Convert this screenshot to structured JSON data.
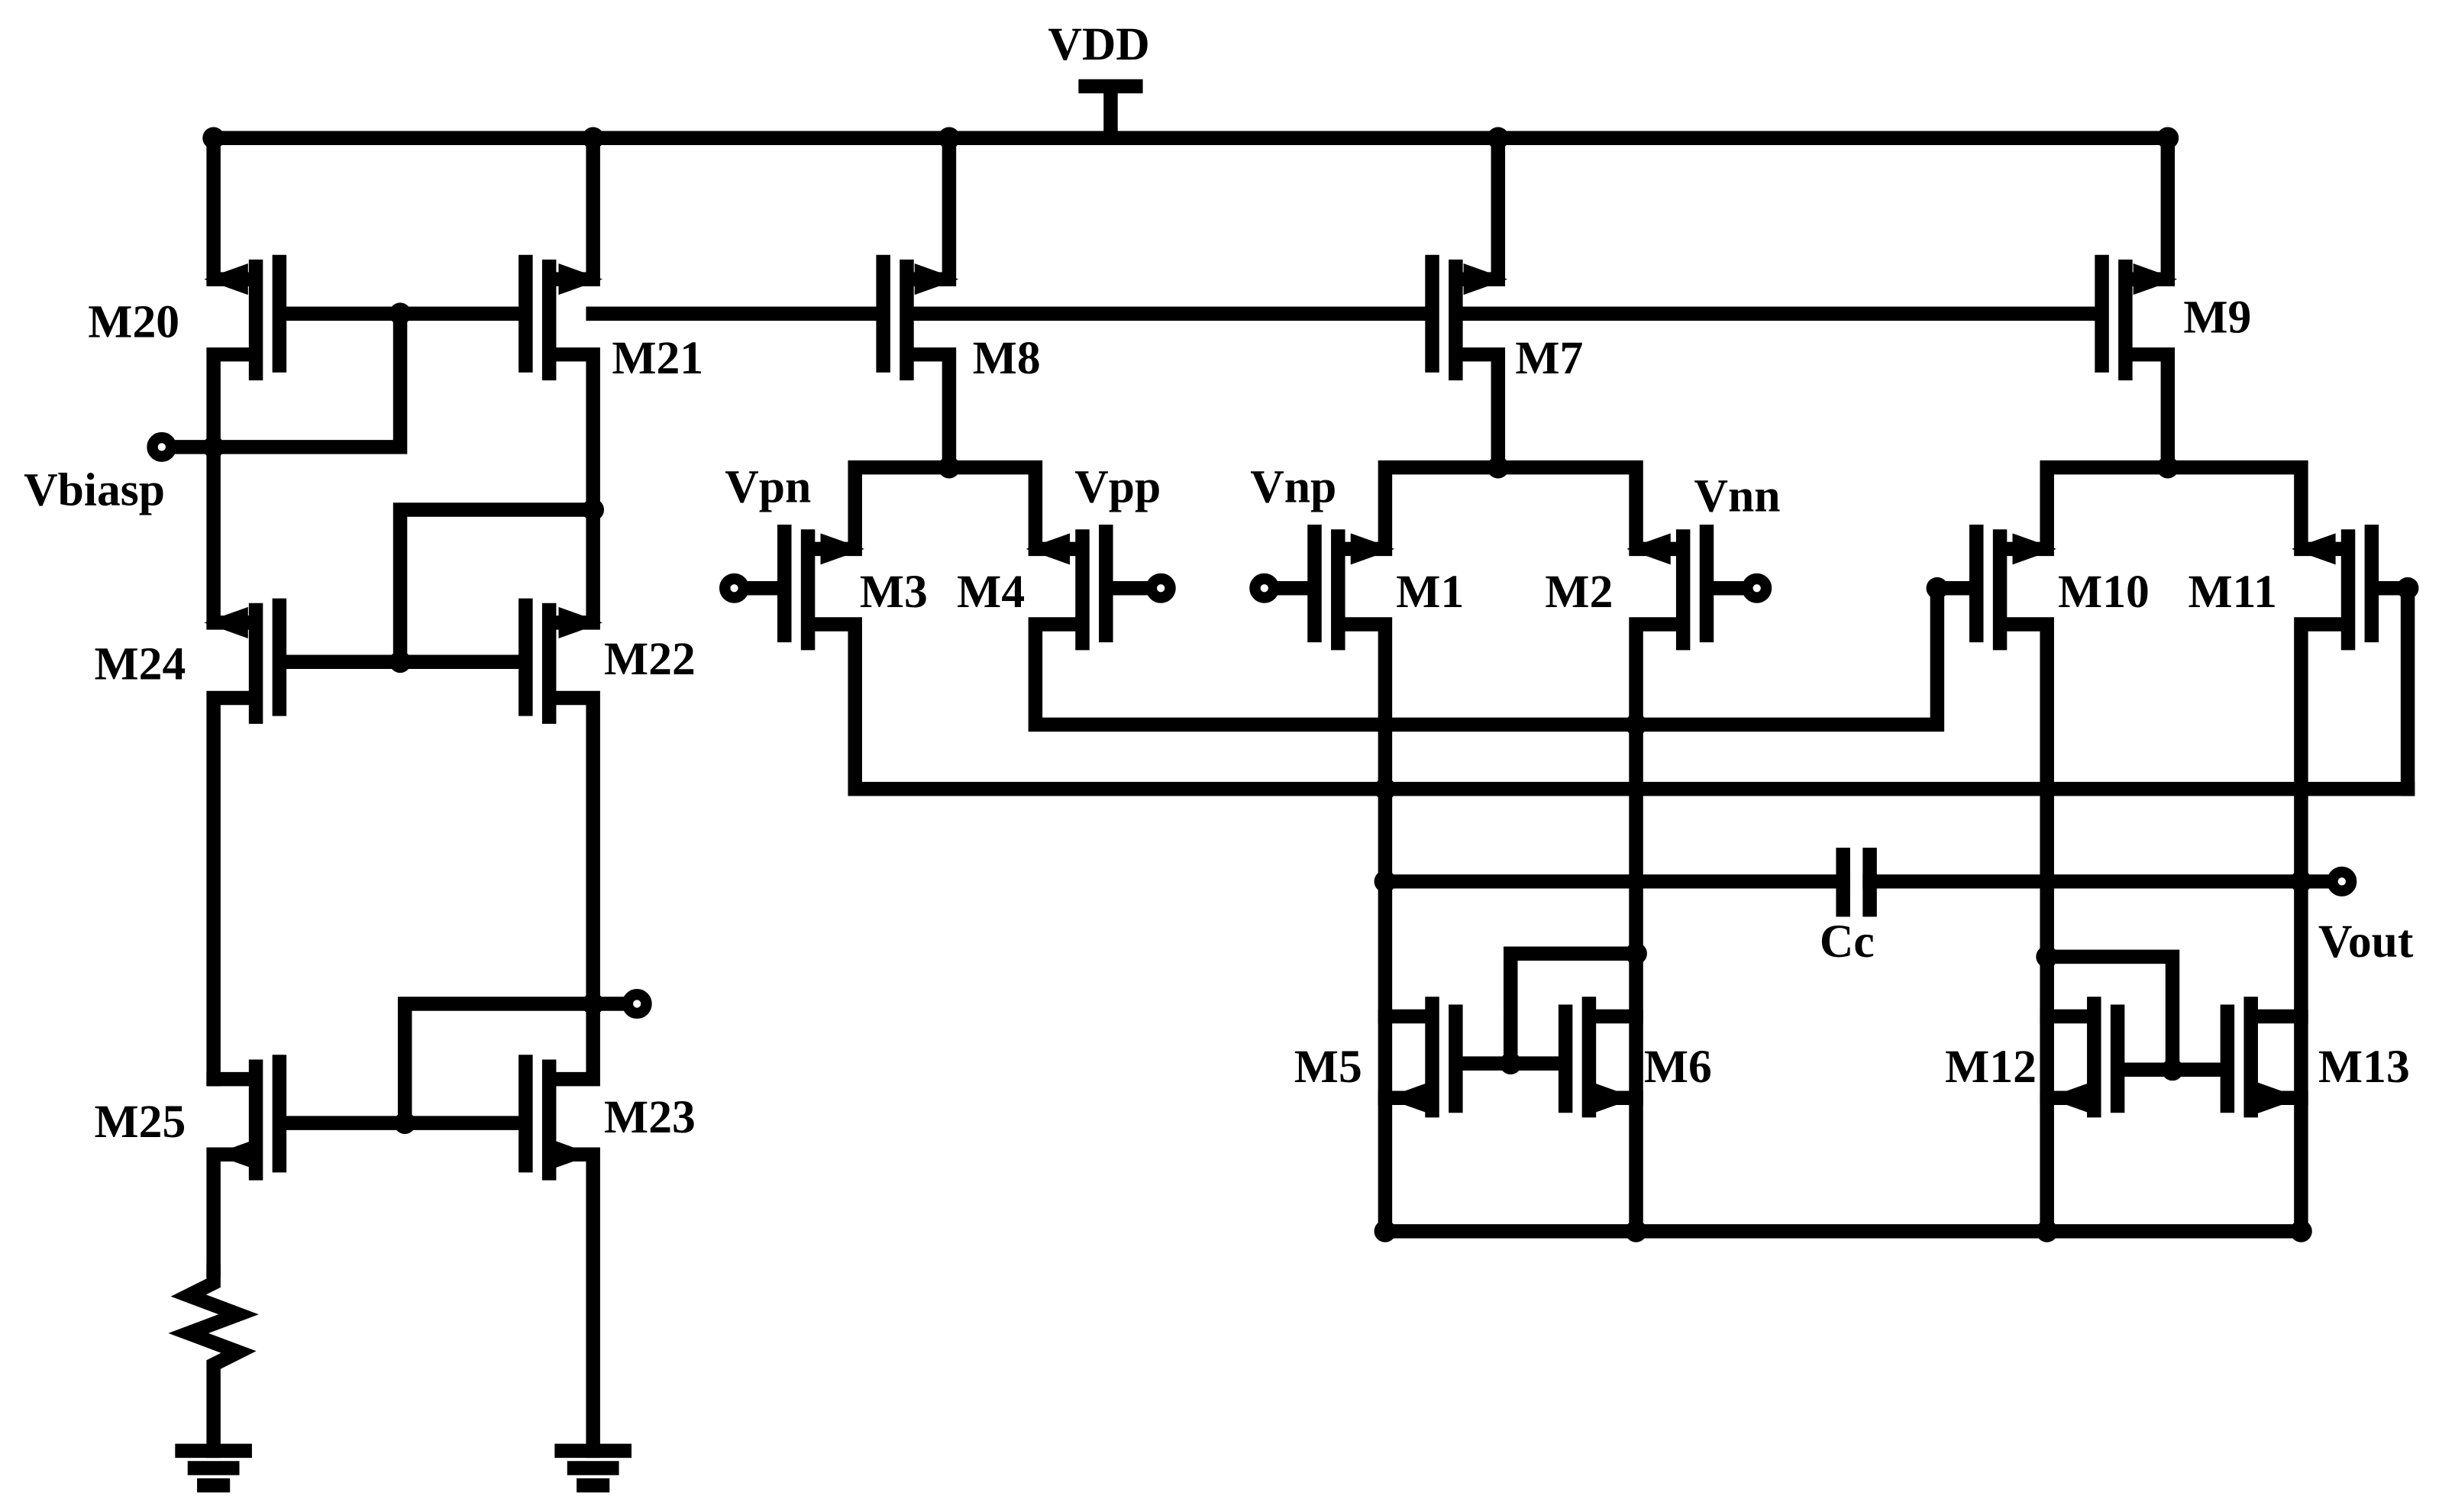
{
  "figure": {
    "type": "circuit-schematic",
    "supply_label": "VDD",
    "capacitor_label": "Cc",
    "output_label": "Vout",
    "bias_label": "Vbiasp",
    "input_labels": {
      "vpn": "Vpn",
      "vpp": "Vpp",
      "vnp": "Vnp",
      "vnn": "Vnn"
    },
    "transistors": {
      "m1": "M1",
      "m2": "M2",
      "m3": "M3",
      "m4": "M4",
      "m5": "M5",
      "m6": "M6",
      "m7": "M7",
      "m8": "M8",
      "m9": "M9",
      "m10": "M10",
      "m11": "M11",
      "m12": "M12",
      "m13": "M13",
      "m20": "M20",
      "m21": "M21",
      "m22": "M22",
      "m23": "M23",
      "m24": "M24",
      "m25": "M25"
    }
  }
}
